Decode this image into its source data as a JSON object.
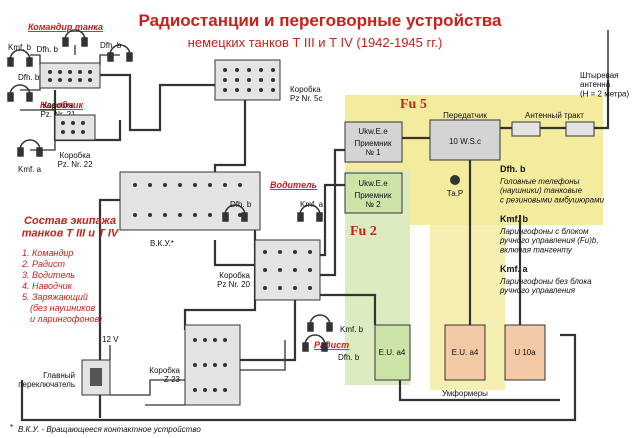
{
  "title": "Радиостанции и переговорные устройства",
  "subtitle": "немецких танков T III и T IV (1942-1945 гг.)",
  "roles": {
    "commander": "Командир танка",
    "gunner": "Наводчик",
    "driver": "Водитель",
    "radio": "Радист"
  },
  "labels": {
    "kmfb": "Kmf. b",
    "dfhb": "Dfh. b",
    "kmfa": "Kmf. a",
    "box21": "Коробка\nPz. Nr. 21",
    "box5c": "Коробка\nPz Nr. 5c",
    "box22": "Коробка\nPz. Nr. 22",
    "box20": "Коробка\nPz Nr. 20",
    "boxz23": "Коробка\nZ 23",
    "vku": "В.К.У.*",
    "v12": "12 V",
    "mainswitch": "Главный\nпереключатель",
    "ukw1": "Ukw.E.e",
    "ukw2": "Ukw.E.e",
    "rx1": "Приемник\n№ 1",
    "rx2": "Приемник\n№ 2",
    "tx": "Передатчик",
    "tx10": "10 W.S.c",
    "antenna_tract": "Антенный тракт",
    "antenna": "Штыревая\nантенна\n(H = 2 метра)",
    "tap": "Та.Р",
    "fu5": "Fu 5",
    "fu2": "Fu 2",
    "eu1": "E.U. a4",
    "eu2": "E.U. a4",
    "u10a": "U 10a",
    "umformers": "Умформеры"
  },
  "crew": {
    "heading": "Состав экипажа\nтанков T III и T IV",
    "items": [
      "1. Командир",
      "2. Радист",
      "3. Водитель",
      "4. Наводчик",
      "5. Заряжающий",
      "(без наушников",
      "и ларингофонов)"
    ]
  },
  "legend": [
    {
      "term": "Dfh. b",
      "text": "Головные телефоны\n(наушники) танковые\nс резиновыми амбушюрами"
    },
    {
      "term": "Kmf. b",
      "text": "Ларингофоны с блоком\nручного управления (Fu)b,\nвключая тангенту"
    },
    {
      "term": "Kmf. a",
      "text": "Ларингофоны без блока\nручного управления"
    }
  ],
  "footnote": "В.К.У. - Вращающееся контактное устройство",
  "colors": {
    "red": "#c8201a",
    "fu5_zone": "#f3ec9f",
    "fu2_zone": "#dcebc0",
    "box_peach": "#f4c9a6",
    "box_green": "#cde4a8",
    "box_gray": "#e4e4e4"
  }
}
